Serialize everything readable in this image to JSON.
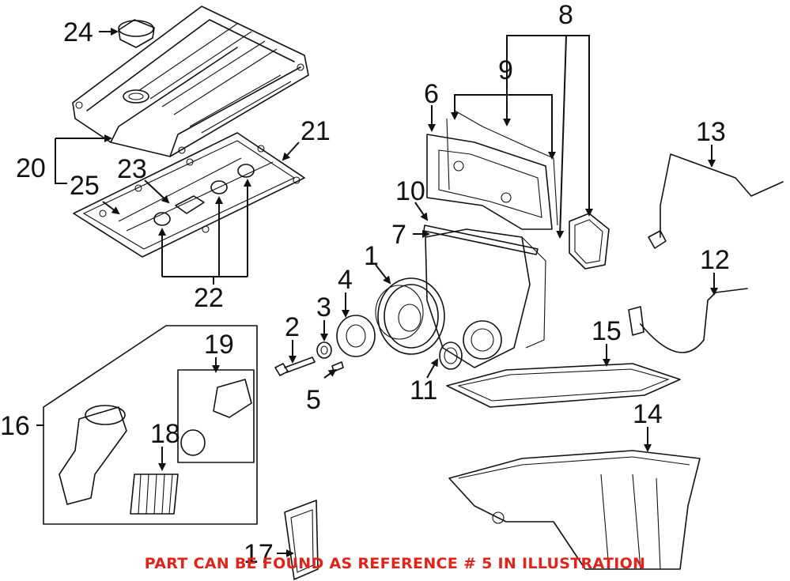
{
  "callouts": [
    "1",
    "2",
    "3",
    "4",
    "5",
    "6",
    "7",
    "8",
    "9",
    "10",
    "11",
    "12",
    "13",
    "14",
    "15",
    "16",
    "17",
    "18",
    "19",
    "20",
    "21",
    "22",
    "23",
    "24",
    "25"
  ],
  "footer_notice": "PART CAN BE FOUND AS REFERENCE # 5 IN ILLUSTRATION",
  "colors": {
    "notice": "#e2231a",
    "line": "#111111",
    "background": "#ffffff"
  }
}
